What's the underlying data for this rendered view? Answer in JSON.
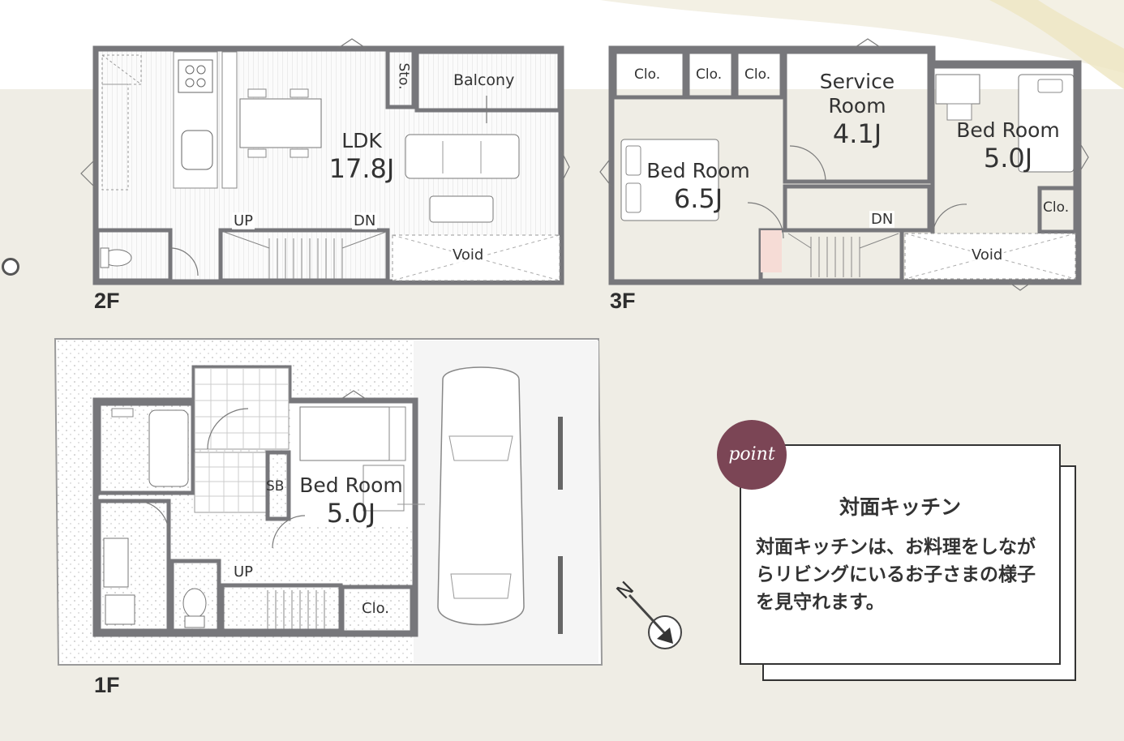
{
  "floors": {
    "second": {
      "label": "2F",
      "rooms": {
        "ldk_name": "LDK",
        "ldk_size": "17.8J"
      },
      "labels": {
        "storage": "Sto.",
        "balcony": "Balcony",
        "up": "UP",
        "down": "DN",
        "void": "Void"
      }
    },
    "third": {
      "label": "3F",
      "rooms": {
        "service_name_1": "Service",
        "service_name_2": "Room",
        "service_size": "4.1J",
        "bed_a_name": "Bed Room",
        "bed_a_size": "6.5J",
        "bed_b_name": "Bed Room",
        "bed_b_size": "5.0J"
      },
      "labels": {
        "clo1": "Clo.",
        "clo2": "Clo.",
        "clo3": "Clo.",
        "clo4": "Clo.",
        "down": "DN",
        "void": "Void"
      }
    },
    "first": {
      "label": "1F",
      "rooms": {
        "bed_name": "Bed Room",
        "bed_size": "5.0J"
      },
      "labels": {
        "shoe_box": "SB",
        "up": "UP",
        "clo": "Clo."
      }
    }
  },
  "compass": {
    "north_label": "N"
  },
  "point": {
    "badge": "point",
    "title": "対面キッチン",
    "body": "対面キッチンは、お料理をしながらリビングにいるお子さまの様子を見守れます。"
  },
  "colors": {
    "badge": "#7b4555",
    "wall": "#77777b",
    "closet": "#f6dcd6",
    "wet_area": "#e3eef8",
    "background": "#efede5"
  }
}
